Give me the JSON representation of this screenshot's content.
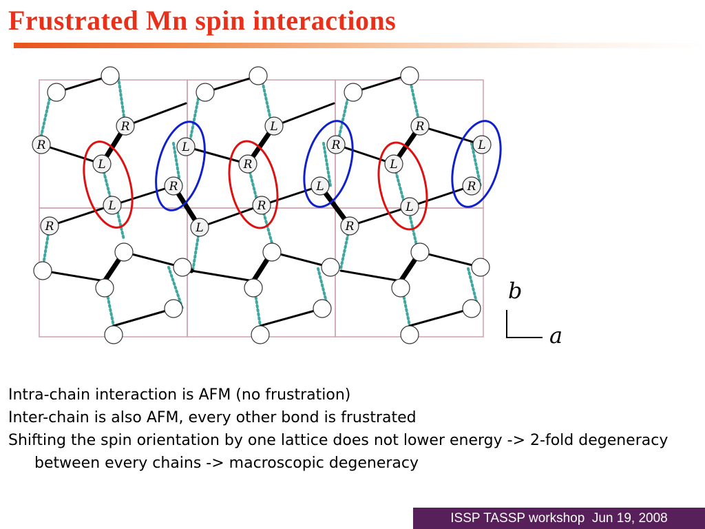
{
  "slide": {
    "title": "Frustrated Mn spin interactions",
    "bullets": [
      "Intra-chain interaction is AFM (no frustration)",
      "Inter-chain is also AFM, every other bond is frustrated",
      "Shifting the spin orientation by one lattice does not lower energy -> 2-fold degeneracy between every chains -> macroscopic degeneracy"
    ],
    "footer": "ISSP TASSP workshop  Jun 19, 2008"
  },
  "figure": {
    "axis_labels": {
      "b": "b",
      "a": "a"
    },
    "site_labels": {
      "r": "R",
      "l": "L"
    },
    "colors": {
      "cell_border": "#cfa1ab",
      "dotted_bond": "#3fa7a0",
      "highlight_red": "#dd1111",
      "highlight_blue": "#1020cc"
    }
  }
}
